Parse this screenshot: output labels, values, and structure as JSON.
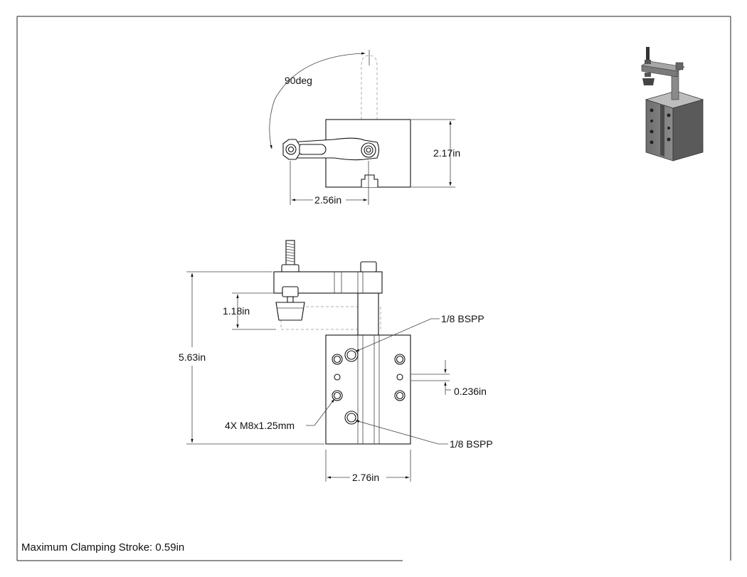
{
  "top_view": {
    "angle_label": "90deg",
    "height_label": "2.17in",
    "width_label": "2.56in"
  },
  "front_view": {
    "total_height_label": "5.63in",
    "stroke_label": "1.18in",
    "port_top_label": "1/8 BSPP",
    "port_bottom_label": "1/8 BSPP",
    "hole_offset_label": "0.236in",
    "thread_label": "4X M8x1.25mm",
    "width_label": "2.76in"
  },
  "footer": {
    "note": "Maximum Clamping Stroke: 0.59in"
  }
}
